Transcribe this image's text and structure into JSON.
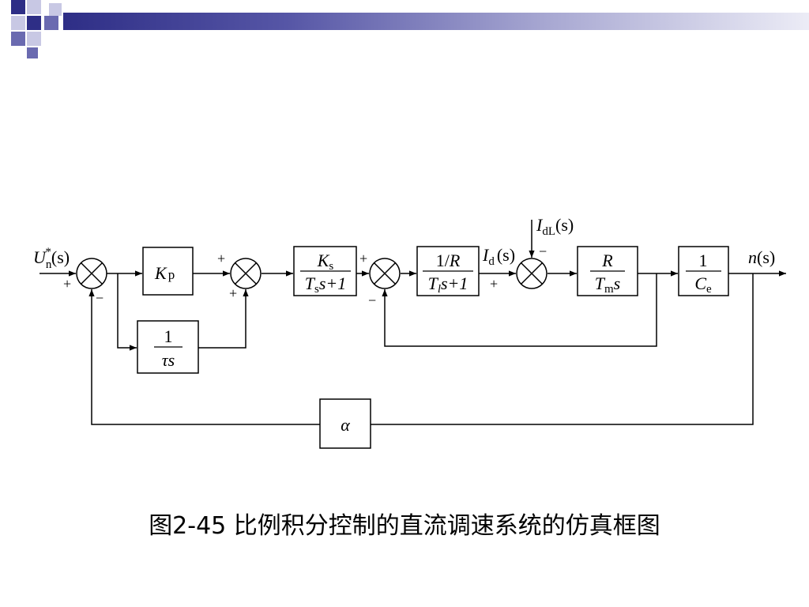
{
  "slide": {
    "decoration_colors": {
      "dark": "#2e2e86",
      "light": "#c8c8e4",
      "mid": "#6a6ab0"
    }
  },
  "diagram": {
    "input_signal": {
      "main": "U",
      "sup": "*",
      "sub": "n",
      "arg": "(s)"
    },
    "output_signal": {
      "main": "n",
      "arg": "(s)"
    },
    "disturbance": {
      "main": "I",
      "sub": "dL",
      "arg": "(s)"
    },
    "armature_current": {
      "main": "I",
      "sub": "d",
      "arg": "(s)"
    },
    "blocks": {
      "kp": {
        "main": "K",
        "sub": "p"
      },
      "integrator": {
        "num": "1",
        "den_var": "τs"
      },
      "converter": {
        "num_main": "K",
        "num_sub": "s",
        "den_main": "T",
        "den_sub": "s",
        "den_rest": "s+1"
      },
      "armature": {
        "num_pre": "1/",
        "num_var": "R",
        "den_main": "T",
        "den_sub": "l",
        "den_rest": "s+1"
      },
      "mechanical": {
        "num_var": "R",
        "den_main": "T",
        "den_sub": "m",
        "den_rest": "s"
      },
      "emf": {
        "num": "1",
        "den_main": "C",
        "den_sub": "e"
      },
      "feedback": {
        "symbol": "α"
      }
    },
    "signs": {
      "plus": "+",
      "minus": "−"
    }
  },
  "caption": "图2-45  比例积分控制的直流调速系统的仿真框图"
}
